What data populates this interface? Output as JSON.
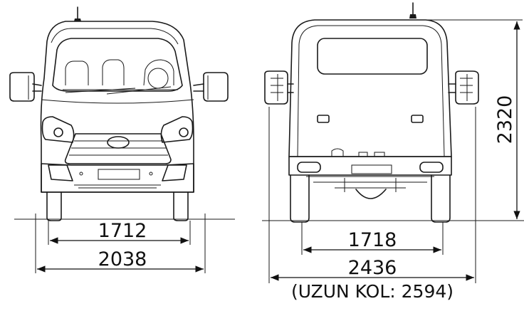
{
  "front_view": {
    "track_width": "1712",
    "overall_width": "2038"
  },
  "rear_view": {
    "height": "2320",
    "track_width": "1718",
    "overall_width": "2436",
    "long_arm_note": "(UZUN KOL: 2594)"
  }
}
